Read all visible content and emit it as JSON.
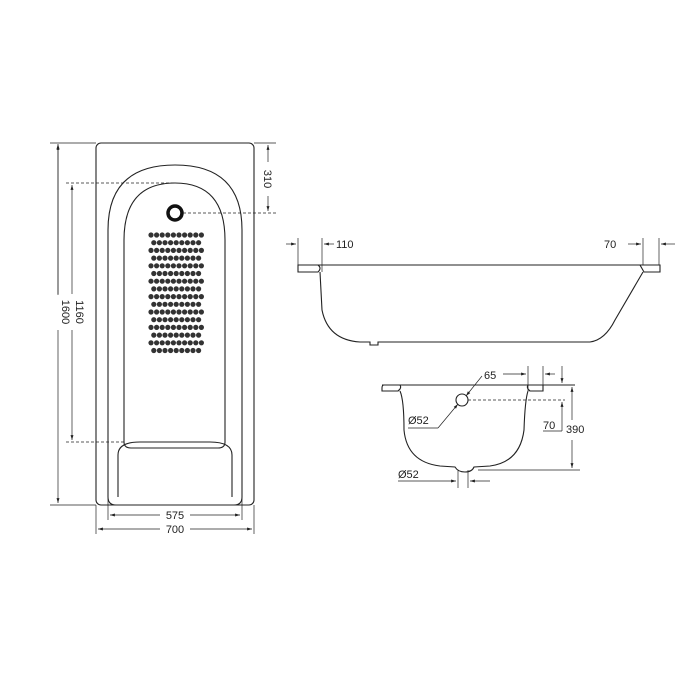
{
  "title": "Bathtub dimension drawing",
  "plan_view": {
    "dim_length": "1600",
    "dim_inner_length": "1160",
    "dim_drain_offset": "310",
    "dim_inner_width": "575",
    "dim_width": "700"
  },
  "side_view": {
    "dim_left_rim": "110",
    "dim_right_rim": "70"
  },
  "end_view": {
    "dim_overflow_offset": "65",
    "dim_overflow_diameter": "Ø52",
    "dim_overflow_height": "70",
    "dim_depth": "390",
    "dim_drain_diameter": "Ø52"
  },
  "colors": {
    "line": "#222222",
    "background": "#ffffff"
  }
}
